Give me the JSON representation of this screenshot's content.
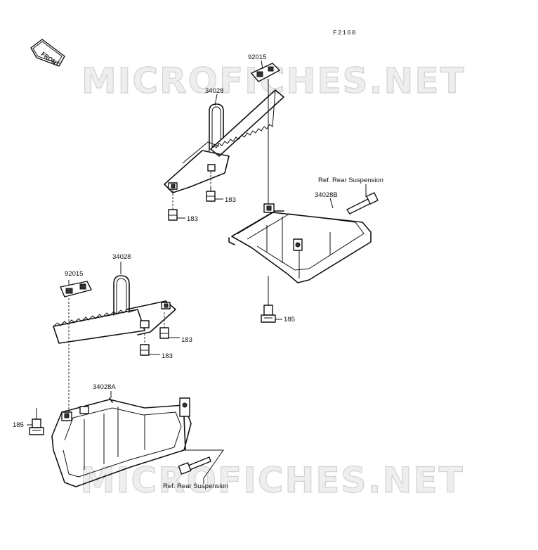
{
  "figure_code": "F2160",
  "front_label": "FRONT",
  "watermark": "MICROFICHES.NET",
  "labels": {
    "clamp_top": "92015",
    "step_top": "34028",
    "bolt_183_a": "183",
    "bolt_183_b": "183",
    "ref_rear_top": "Ref. Rear Suspension",
    "bracket_b": "34028B",
    "bolt_185_right": "185",
    "clamp_left": "92015",
    "step_left": "34028",
    "bolt_183_c": "183",
    "bolt_183_d": "183",
    "bracket_a": "34028A",
    "bolt_185_left": "185",
    "ref_rear_bottom": "Ref. Rear Suspension"
  }
}
